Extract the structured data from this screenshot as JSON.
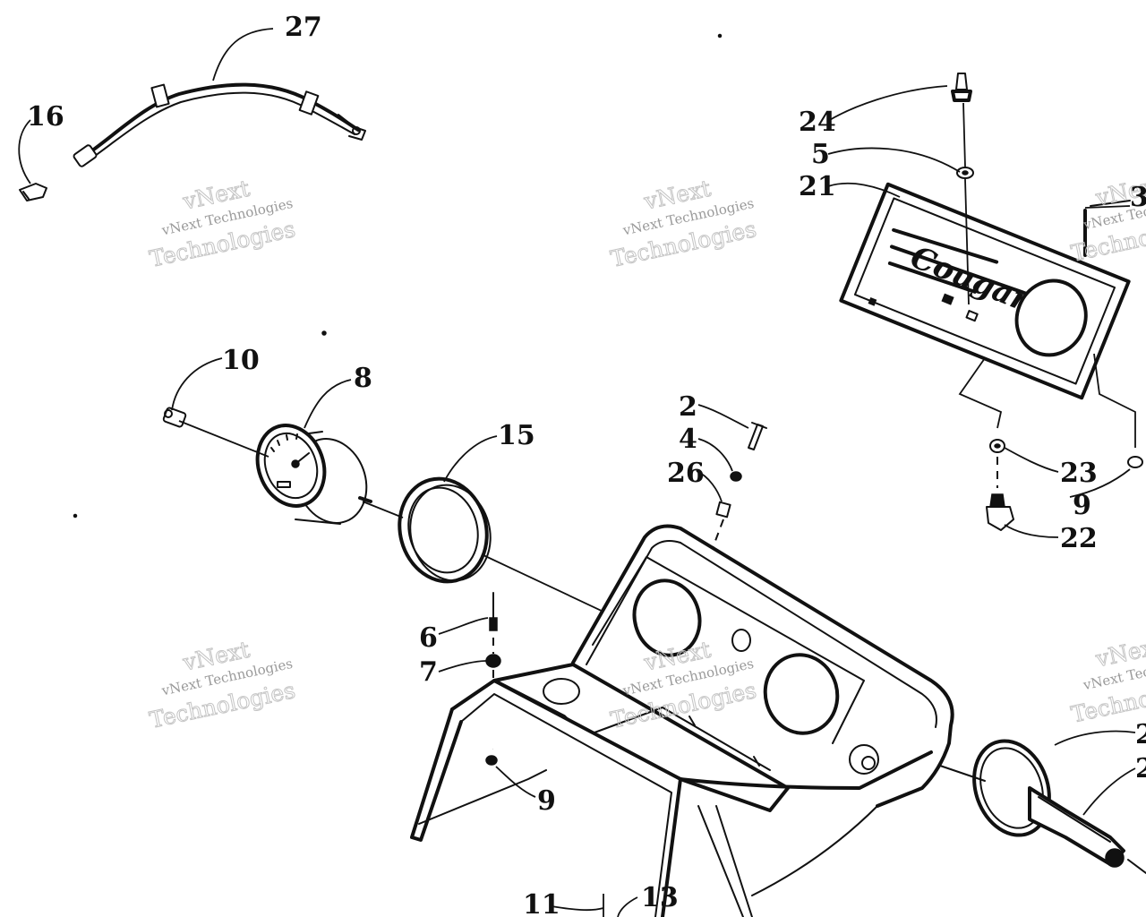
{
  "part_numbers": {
    "p27": "27",
    "p16": "16",
    "p24": "24",
    "p5": "5",
    "p21": "21",
    "p3": "3",
    "p10": "10",
    "p8": "8",
    "p15": "15",
    "p2": "2",
    "p4": "4",
    "p26": "26",
    "p23": "23",
    "p9a": "9",
    "p22": "22",
    "p6": "6",
    "p7": "7",
    "p9b": "9",
    "p11": "11",
    "p13": "13",
    "p2x_a": "2",
    "p2x_b": "2"
  },
  "watermark": {
    "brand_top": "vNext",
    "company": "vNext Technologies",
    "word": "Technologies"
  },
  "emblem_script": "Cougar",
  "colors": {
    "ink": "#111111",
    "paper": "#ffffff",
    "watermark": "#9a9a9a"
  }
}
